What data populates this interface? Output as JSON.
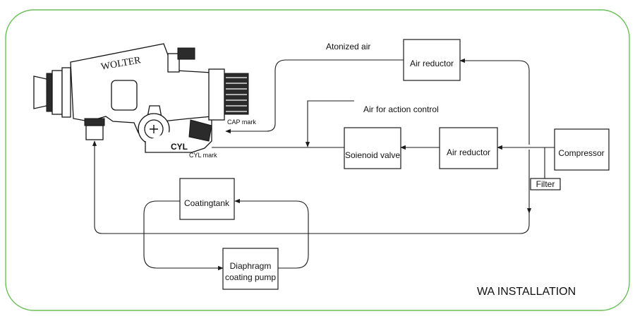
{
  "frame_color": "#6bbf59",
  "line_color": "#1a1a1a",
  "gun": {
    "brand": "WOLTER",
    "cyl_label": "CYL",
    "cap_mark": "CAP mark",
    "cyl_mark": "CYL  mark"
  },
  "labels": {
    "atomized_air": "Atonized air",
    "action_air": "Air for action control",
    "title": "WA INSTALLATION"
  },
  "nodes": {
    "air_reductor_top": "Air reductor",
    "solenoid_valve": "Soienoid valve",
    "air_reductor_mid": "Air reductor",
    "compressor": "Compressor",
    "filter": "Filter",
    "coating_tank": "Coatingtank",
    "diaphragm_line1": "Diaphragm",
    "diaphragm_line2": "coating pump"
  }
}
